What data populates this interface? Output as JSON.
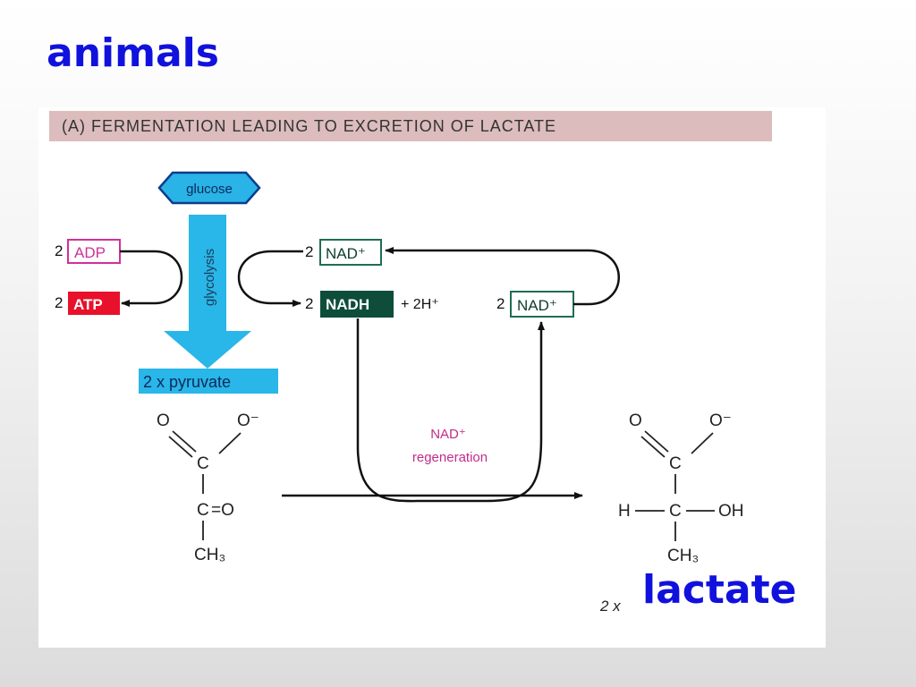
{
  "slide": {
    "title": "animals",
    "subtitle_label": "lactate"
  },
  "figure": {
    "header": "(A) FERMENTATION LEADING TO EXCRETION OF LACTATE",
    "glucose": "glucose",
    "glycolysis": "glycolysis",
    "pyruvate_box": "2 x pyruvate",
    "adp": {
      "coef": "2",
      "label": "ADP"
    },
    "atp": {
      "coef": "2",
      "label": "ATP"
    },
    "nad_top": {
      "coef": "2",
      "label": "NAD⁺"
    },
    "nadh": {
      "coef": "2",
      "label": "NADH"
    },
    "plus_2h": "+ 2H⁺",
    "nad_right": {
      "coef": "2",
      "label": "NAD⁺"
    },
    "regeneration": {
      "line1": "NAD⁺",
      "line2": "regeneration"
    },
    "pyruvate": {
      "o": "O",
      "o_minus": "O⁻",
      "c1": "C",
      "c2": "C",
      "eq_o": "=O",
      "ch3": "CH₃"
    },
    "lactate": {
      "o": "O",
      "o_minus": "O⁻",
      "c1": "C",
      "c2": "C",
      "h": "H",
      "oh": "OH",
      "ch3": "CH₃",
      "multiplier": "2 x"
    }
  },
  "colors": {
    "title_blue": "#1111dd",
    "header_bg": "#dcbcbc",
    "arrow_blue": "#29b6e8",
    "glucose_fill": "#2ab3e6",
    "adp_magenta": "#d0309a",
    "atp_red": "#e8102a",
    "nadh_green": "#0d4d3a",
    "nad_green": "#1e6e50",
    "regen_magenta": "#c02c8c"
  }
}
